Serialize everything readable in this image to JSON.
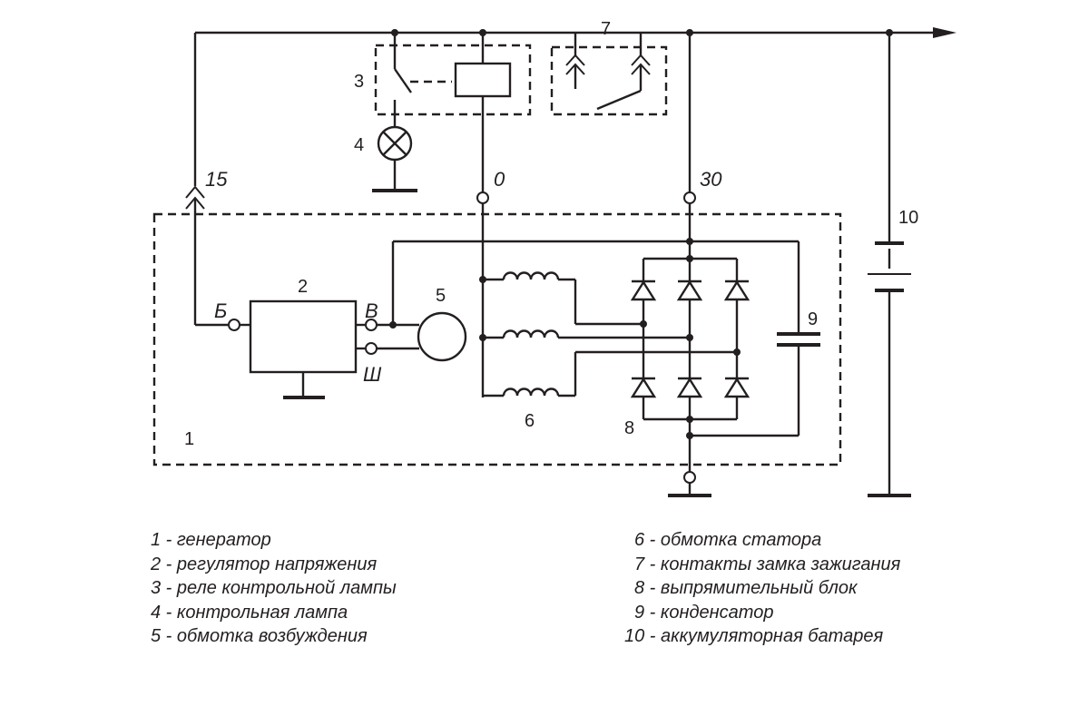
{
  "labels": {
    "n1": "1",
    "n2": "2",
    "n3": "3",
    "n4": "4",
    "n5": "5",
    "n6": "6",
    "n7": "7",
    "n8": "8",
    "n9": "9",
    "n10": "10",
    "t15": "15",
    "t0": "0",
    "t30": "30",
    "tB": "Б",
    "tV": "В",
    "tSh": "Ш"
  },
  "legend": {
    "left": [
      "1 - генератор",
      "2 - регулятор напряжения",
      "3 - реле контрольной лампы",
      "4 - контрольная лампа",
      "5 - обмотка возбуждения"
    ],
    "right": [
      "6 - обмотка статора",
      "7 - контакты замка зажигания",
      "8 - выпрямительный блок",
      "9 - конденсатор",
      "10 - аккумуляторная батарея"
    ]
  }
}
